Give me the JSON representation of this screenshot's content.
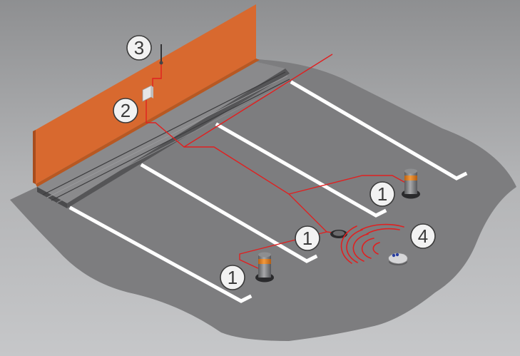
{
  "colors": {
    "background": "#b9babc",
    "ground": "#7d7d7f",
    "wall": "#d8692f",
    "wire": "#e02020",
    "stripe": "#ffffff",
    "bollard_band": "#f08a2c"
  },
  "callouts": {
    "antenna": "3",
    "control_box": "2",
    "bollard_right": "1",
    "bollard_middle": "1",
    "bollard_left": "1",
    "remote": "4"
  },
  "icons": [
    "antenna-icon",
    "control-box-icon",
    "bollard-icon",
    "remote-control-icon",
    "radio-waves-icon"
  ]
}
